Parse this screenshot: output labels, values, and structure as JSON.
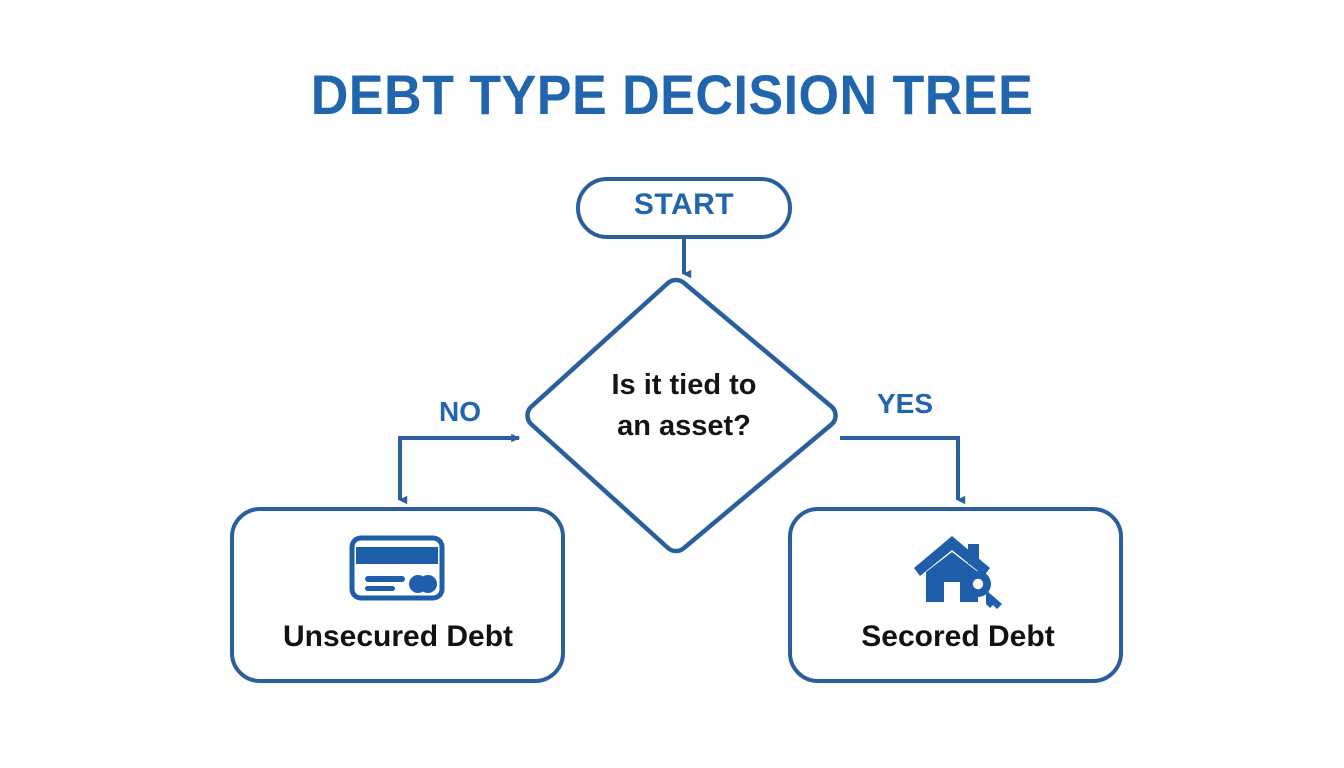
{
  "diagram": {
    "title": "DEBT TYPE DECISION TREE",
    "type": "flowchart",
    "background_color": "#fdfdfe",
    "accent_color": "#2166ac",
    "stroke_color": "#2a5f9e",
    "text_color": "#141414",
    "nodes": [
      {
        "id": "start",
        "shape": "stadium",
        "label": "START",
        "text_color": "#2166ac"
      },
      {
        "id": "decision",
        "shape": "diamond",
        "label_line1": "Is it tied to",
        "label_line2": "an asset?",
        "text_color": "#141414"
      },
      {
        "id": "unsecured",
        "shape": "rounded-rect",
        "label": "Unsecured Debt",
        "icon": "credit-card-icon",
        "text_color": "#121212"
      },
      {
        "id": "secured",
        "shape": "rounded-rect",
        "label": "Secored Debt",
        "icon": "house-key-icon",
        "text_color": "#121212"
      }
    ],
    "edges": [
      {
        "id": "start-to-decision",
        "from": "start",
        "to": "decision",
        "label": ""
      },
      {
        "id": "decision-no",
        "from": "decision",
        "to": "unsecured",
        "label": "NO"
      },
      {
        "id": "decision-yes",
        "from": "decision",
        "to": "secured",
        "label": "YES"
      }
    ]
  }
}
